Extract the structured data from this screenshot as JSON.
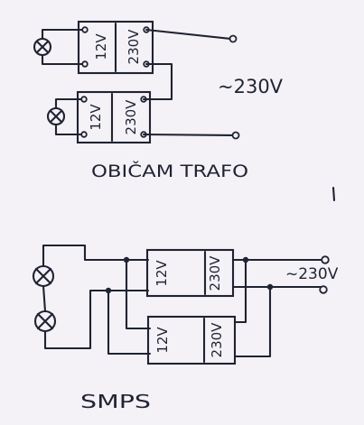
{
  "top": {
    "transformer_1": {
      "low_v": "12V",
      "high_v": "230V"
    },
    "transformer_2": {
      "low_v": "12V",
      "high_v": "230V"
    },
    "supply": "~230V",
    "caption": "OBIČAM TRAFO"
  },
  "bottom": {
    "unit_1": {
      "low_v": "12V",
      "high_v": "230V"
    },
    "unit_2": {
      "low_v": "12V",
      "high_v": "230V"
    },
    "supply": "~230V",
    "caption": "SMPS"
  },
  "colors": {
    "paper": "#f4f2f6",
    "ink": "#1f2333"
  }
}
